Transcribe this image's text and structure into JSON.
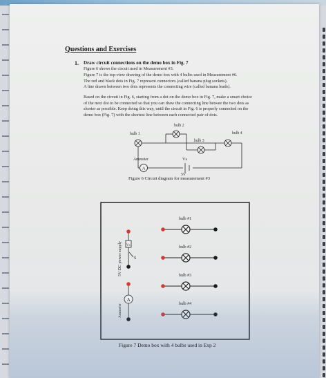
{
  "section": {
    "heading": "Questions and Exercises"
  },
  "question1": {
    "number": "1.",
    "title": "Draw circuit connections on the demo box in Fig. 7",
    "lines": [
      "Figure 6 shows the circuit used in Measurement #3.",
      "Figure 7 is the top-view drawing of the demo box with 4 bulbs used in Measurement #6.",
      "The red and black dots in Fig. 7 represent connectors (called banana plug sockets).",
      "A line drawn between two dots represents the connecting wire (called banana leads)."
    ],
    "paragraph2": [
      "Based on the circuit in Fig. 6, starting from a dot on the demo box in Fig. 7, make a smart choice",
      "of the next dot to be connected so that you can draw the connecting line betwee the two dots as",
      "shorter as possible. Keep doing this way, until the circuit in Fig. 6 is properly connected on the",
      "demo box (Fig. 7) with the shortest line between each connected pair of dots."
    ]
  },
  "figure6": {
    "bulb_labels": [
      "bulb 1",
      "bulb 2",
      "bulb 3",
      "bulb 4"
    ],
    "ammeter_label": "Ammeter",
    "ammeter_symbol": "A",
    "voltage_label": "Vs",
    "source_label": "5V",
    "caption": "Figure 6 Circuit diagram for measurement #3"
  },
  "figure7": {
    "power_supply_label": "5V DC power supply",
    "vs_symbol": "Vs",
    "switch_label": "S",
    "ammeter_label": "Ammeter",
    "ammeter_symbol": "A",
    "bulb_labels": [
      "bulb #1",
      "bulb #2",
      "bulb #3",
      "bulb #4"
    ],
    "caption": "Figure 7  Demo box with 4 bulbs used in Exp 2",
    "colors": {
      "red_dot": "#d23a2e",
      "black_dot": "#1a1a1a",
      "bulb_stroke": "#222222"
    }
  }
}
